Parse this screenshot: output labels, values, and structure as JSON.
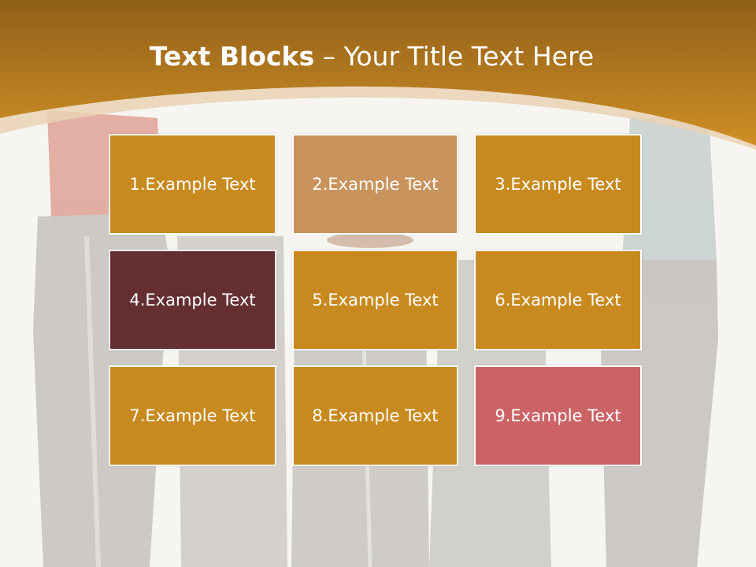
{
  "slide": {
    "title_bold": "Text Blocks",
    "title_rest": " – Your Title Text Here"
  },
  "blocks": [
    {
      "label": "1.Example Text",
      "color": "#c88a1e"
    },
    {
      "label": "2.Example Text",
      "color": "#c9935d"
    },
    {
      "label": "3.Example Text",
      "color": "#c88a1e"
    },
    {
      "label": "4.Example Text",
      "color": "#652f31"
    },
    {
      "label": "5.Example Text",
      "color": "#c88a1e"
    },
    {
      "label": "6.Example Text",
      "color": "#c88a1e"
    },
    {
      "label": "7.Example Text",
      "color": "#c88a1e"
    },
    {
      "label": "8.Example Text",
      "color": "#c88a1e"
    },
    {
      "label": "9.Example Text",
      "color": "#cb6365"
    }
  ],
  "colors": {
    "header_top": "#8f5f19",
    "header_bottom": "#d08f25",
    "background": "#f7f5f1"
  },
  "background_image": "people-stacking-hands-photo"
}
